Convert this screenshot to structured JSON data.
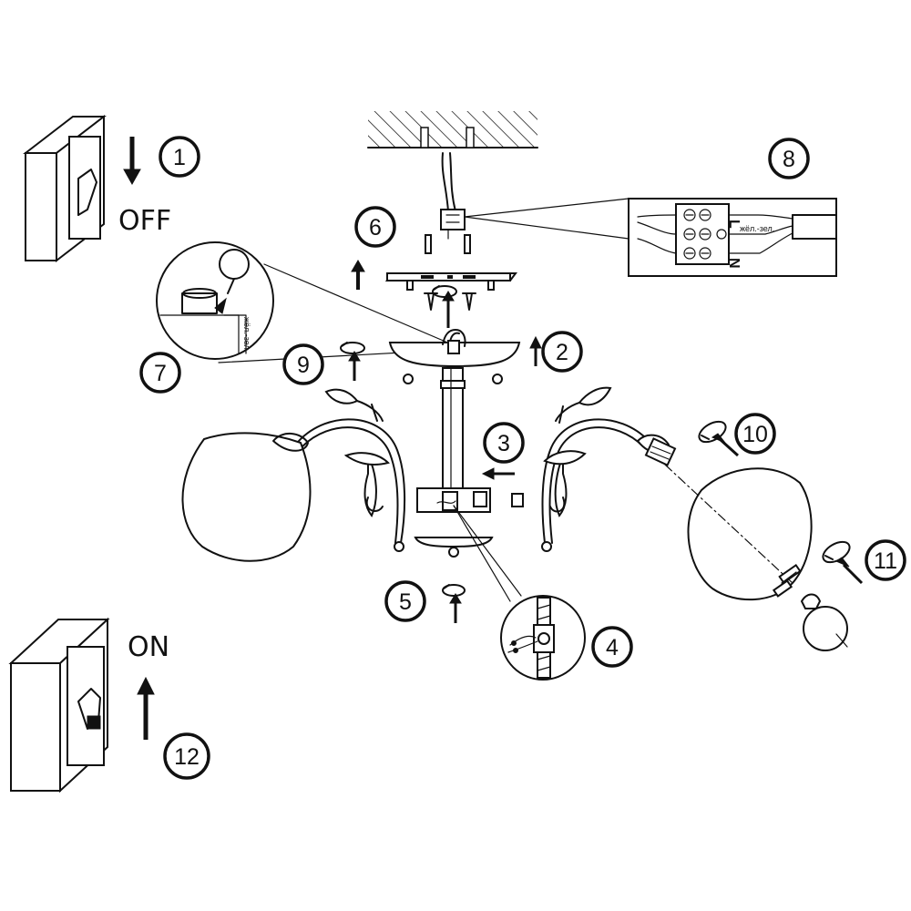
{
  "labels": {
    "off": "OFF",
    "on": "ON",
    "wire_color": "жёл.-зел.",
    "terminal_l": "L",
    "terminal_n": "N"
  },
  "steps": [
    "1",
    "2",
    "3",
    "4",
    "5",
    "6",
    "7",
    "8",
    "9",
    "10",
    "11",
    "12"
  ],
  "colors": {
    "ink": "#111111",
    "background": "#ffffff"
  }
}
